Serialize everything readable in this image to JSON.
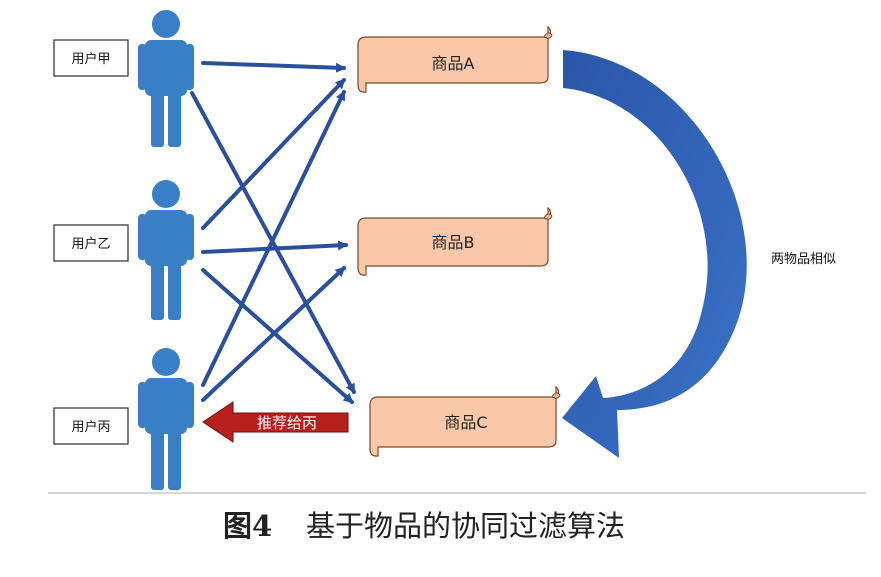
{
  "users": [
    {
      "label": "用户甲"
    },
    {
      "label": "用户乙"
    },
    {
      "label": "用户丙"
    }
  ],
  "items": [
    {
      "label": "商品A"
    },
    {
      "label": "商品B"
    },
    {
      "label": "商品C"
    }
  ],
  "similarity_label": "两物品相似",
  "recommend_label": "推荐给丙",
  "caption": {
    "figure_number": "图4",
    "title": "基于物品的协同过滤算法"
  },
  "colors": {
    "user_figure": "#3a7ec6",
    "edge_arrow": "#2a4f9e",
    "item_fill": "#f8c8a8",
    "item_stroke": "#7a4a2a",
    "similarity_arrow": "#2f62b4",
    "recommend_arrow": "#b8201e",
    "separator": "#bdbdbd"
  },
  "interactions": [
    {
      "user": "用户甲",
      "item": "商品A"
    },
    {
      "user": "用户甲",
      "item": "商品C"
    },
    {
      "user": "用户乙",
      "item": "商品A"
    },
    {
      "user": "用户乙",
      "item": "商品B"
    },
    {
      "user": "用户乙",
      "item": "商品C"
    },
    {
      "user": "用户丙",
      "item": "商品A"
    },
    {
      "user": "用户丙",
      "item": "商品B"
    }
  ]
}
